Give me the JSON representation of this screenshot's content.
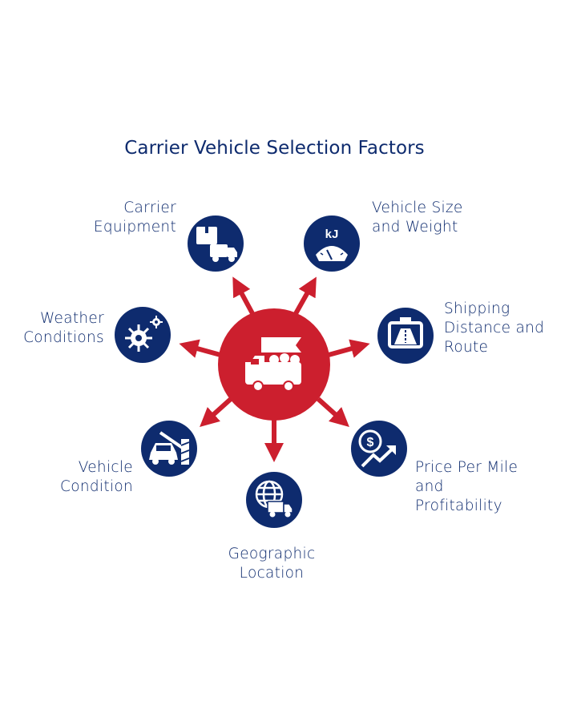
{
  "title": "Carrier Vehicle Selection Factors",
  "colors": {
    "navy": "#0e2b6e",
    "red": "#cc1f2e"
  },
  "center": {
    "icon": "truck-with-flag-icon"
  },
  "factors": [
    {
      "lines": [
        "Carrier",
        "Equipment"
      ],
      "icon": "truck-with-box-icon"
    },
    {
      "lines": [
        "Vehicle Size",
        "and Weight"
      ],
      "icon": "scale-kj-gauge-icon"
    },
    {
      "lines": [
        "Weather",
        "Conditions"
      ],
      "icon": "weather-gears-icon"
    },
    {
      "lines": [
        "Shipping",
        "Distance and",
        "Route"
      ],
      "icon": "road-screen-icon"
    },
    {
      "lines": [
        "Vehicle",
        "Condition"
      ],
      "icon": "car-barrier-icon"
    },
    {
      "lines": [
        "Price Per Mile",
        "and",
        "Profitability"
      ],
      "icon": "dollar-growth-icon"
    },
    {
      "lines": [
        "Geographic",
        "Location"
      ],
      "icon": "globe-truck-icon"
    }
  ]
}
